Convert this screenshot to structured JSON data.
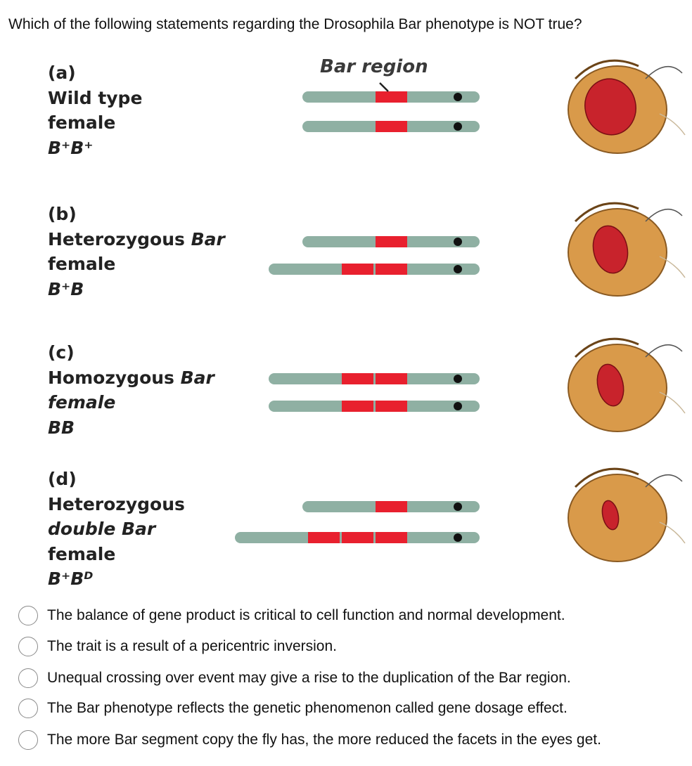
{
  "question": "Which of the following statements regarding the Drosophila Bar phenotype is NOT true?",
  "figure": {
    "region_title": "Bar region",
    "panels": [
      {
        "letter": "(a)",
        "lines": [
          "Wild type",
          "female",
          "B⁺B⁺"
        ],
        "italic": [
          false,
          false,
          true
        ],
        "bar_copies": [
          1,
          1
        ]
      },
      {
        "letter": "(b)",
        "lines": [
          "Heterozygous Bar",
          "female",
          "B⁺B"
        ],
        "italic": [
          false,
          false,
          true
        ],
        "bar_copies": [
          1,
          2
        ]
      },
      {
        "letter": "(c)",
        "lines": [
          "Homozygous Bar",
          "female",
          "BB"
        ],
        "italic": [
          false,
          true,
          true
        ],
        "bar_copies": [
          2,
          2
        ]
      },
      {
        "letter": "(d)",
        "lines": [
          "Heterozygous",
          "double Bar",
          "female",
          "B⁺Bᴰ"
        ],
        "italic": [
          false,
          true,
          false,
          true
        ],
        "bar_copies": [
          1,
          3
        ]
      }
    ],
    "colors": {
      "chromosome": "#8fb0a3",
      "bar_region": "#e8202e",
      "centromere": "#111111",
      "eye": "#c8232c",
      "head": "#d99a4a"
    }
  },
  "options": [
    "The balance of gene product is critical to cell function and normal development.",
    "The trait is a result of a pericentric inversion.",
    "Unequal crossing over event may give a rise to the duplication of the Bar region.",
    "The Bar phenotype reflects the genetic phenomenon called gene dosage effect.",
    "The more Bar segment copy the fly has, the more reduced the facets in the eyes get."
  ]
}
